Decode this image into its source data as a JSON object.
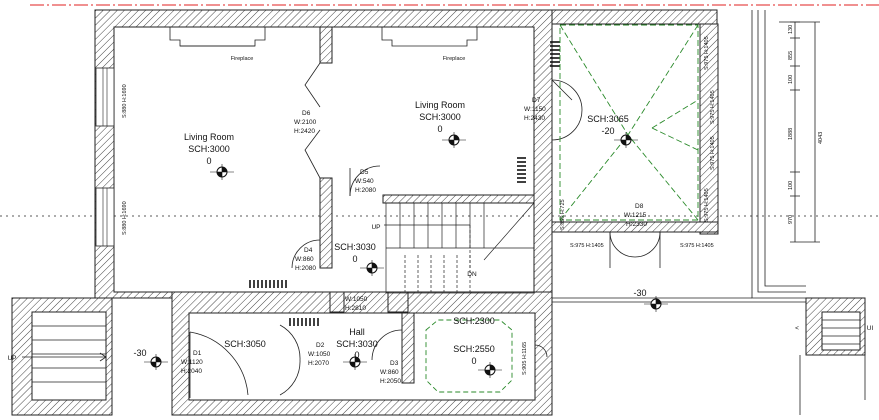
{
  "rooms": {
    "living_left": {
      "name": "Living Room",
      "sch": "SCH:3000",
      "level": "0"
    },
    "living_right": {
      "name": "Living Room",
      "sch": "SCH:3000",
      "level": "0"
    },
    "conservatory": {
      "sch": "SCH:3065",
      "level": "-20"
    },
    "stair_landing": {
      "sch": "SCH:3030",
      "level": "0"
    },
    "hall": {
      "name": "Hall",
      "sch": "SCH:3030",
      "level": "0"
    },
    "porch": {
      "sch": "SCH:3050"
    },
    "wc": {
      "sch_top": "SCH:2300",
      "sch": "SCH:2550",
      "level": "0"
    },
    "front_step": {
      "level": "-30"
    },
    "garden": {
      "level": "-30"
    }
  },
  "labels": {
    "fireplace_left": "Fireplace",
    "fireplace_right": "Fireplace",
    "up_stair": "UP",
    "down_stair": "DN",
    "up_entry": "UP",
    "up_right": "UI",
    "arrow_right": "<"
  },
  "doors": {
    "d1": [
      "D1",
      "W:1120",
      "H:2040"
    ],
    "d2": [
      "D2",
      "W:1050",
      "H:2070"
    ],
    "d3": [
      "D3",
      "W:860",
      "H:2050"
    ],
    "d4": [
      "D4",
      "W:860",
      "H:2080"
    ],
    "d5": [
      "D5",
      "W:540",
      "H:2080"
    ],
    "d6": [
      "D6",
      "W:2100",
      "H:2420"
    ],
    "d7": [
      "D7",
      "W:1150",
      "H:2430"
    ],
    "d8": [
      "D8",
      "W:1215",
      "H:2330"
    ],
    "hall_opening": [
      "W:1050",
      "H:2810"
    ]
  },
  "windows": {
    "w_left_top": "S:880 H:1690",
    "w_left_bottom": "S:880 H:1690",
    "w_cons_tr1": "S:975 H:1405",
    "w_cons_tr2": "S:975 H:1405",
    "w_cons_tr3": "S:975 H:1405",
    "w_cons_tr4": "S:975 H:1405",
    "w_cons_left": "S:850 H:725",
    "w_cons_b1": "S:975 H:1405",
    "w_cons_b2": "S:975 H:1405",
    "w_wc": "S:905 H:1165"
  },
  "dimensions": {
    "d130": "130",
    "d855": "855",
    "d100a": "100",
    "d1888": "1888",
    "d100b": "100",
    "d970": "970",
    "d4043": "4043"
  }
}
